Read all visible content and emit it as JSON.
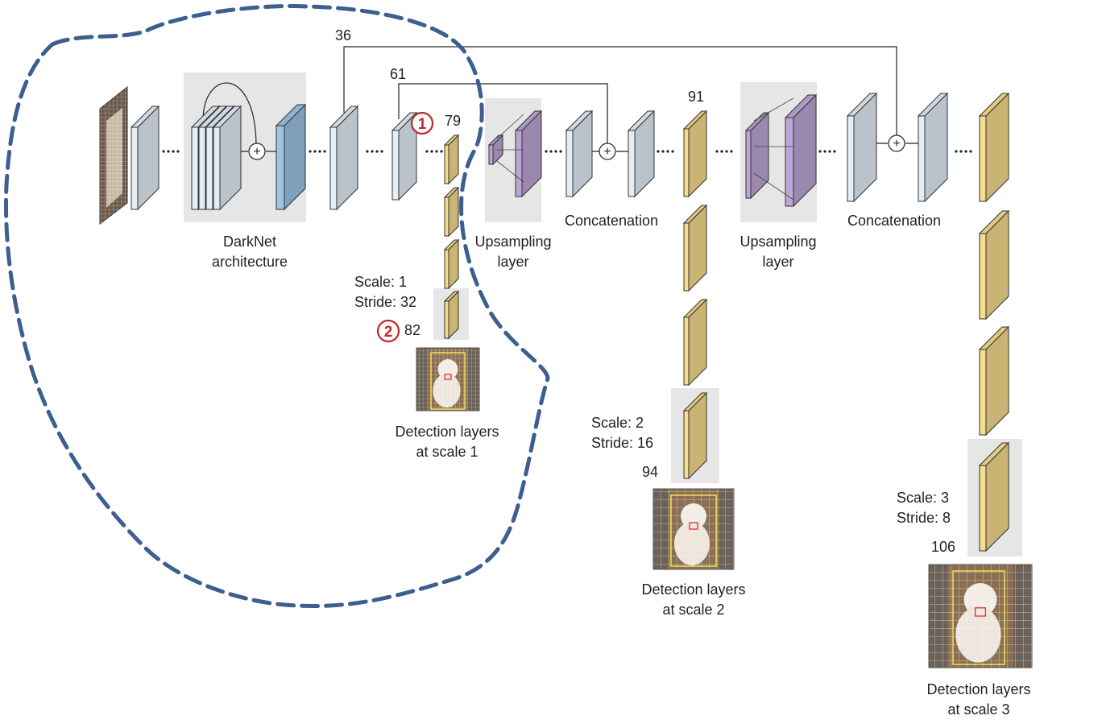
{
  "diagram": {
    "skip_labels": {
      "l36": "36",
      "l61": "61"
    },
    "layer_numbers": {
      "l79": "79",
      "l91": "91",
      "l82": "82",
      "l94": "94",
      "l106": "106"
    },
    "markers": {
      "m1": "1",
      "m2": "2"
    },
    "merge_symbol": "+",
    "blocks": {
      "darknet": [
        "DarkNet",
        "architecture"
      ],
      "upsampling_1": [
        "Upsampling",
        "layer"
      ],
      "upsampling_2": [
        "Upsampling",
        "layer"
      ],
      "concat_1": "Concatenation",
      "concat_2": "Concatenation"
    },
    "scales": {
      "s1": {
        "scale": "Scale: 1",
        "stride": "Stride: 32",
        "caption": [
          "Detection layers",
          "at scale 1"
        ]
      },
      "s2": {
        "scale": "Scale: 2",
        "stride": "Stride: 16",
        "caption": [
          "Detection layers",
          "at scale 2"
        ]
      },
      "s3": {
        "scale": "Scale: 3",
        "stride": "Stride: 8",
        "caption": [
          "Detection layers",
          "at scale 3"
        ]
      }
    },
    "colors": {
      "layer_light": "#e3edf6",
      "layer_blue": "#9cc3e2",
      "layer_yellow": "#f6dc8c",
      "layer_purple": "#bca6d6",
      "backdrop": "#e6e6e6",
      "dashed_outline": "#3c5f8f",
      "marker": "#c0282a"
    }
  }
}
